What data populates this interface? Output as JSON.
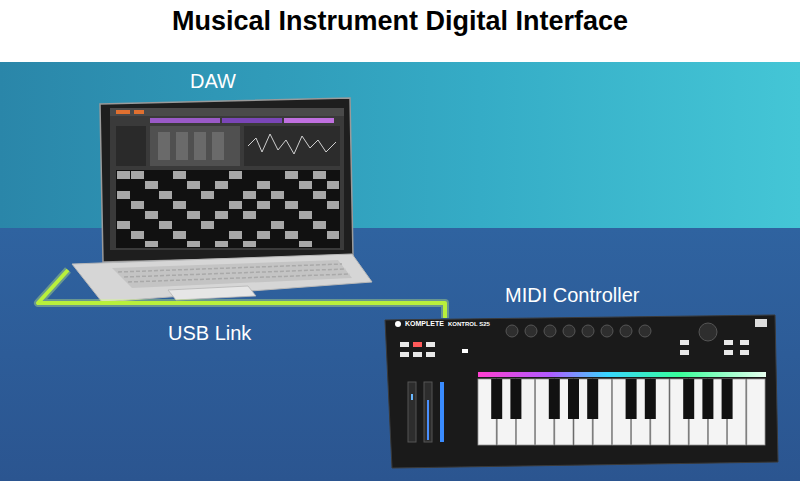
{
  "diagram": {
    "title": "Musical Instrument Digital Interface",
    "nodes": [
      {
        "text": [
          "DAW"
        ]
      },
      {
        "text": [
          "MIDI Controller"
        ]
      }
    ],
    "edges": [
      {
        "from": 0,
        "to": 1,
        "arrow": "none",
        "label": "USB Link"
      }
    ],
    "labels": [
      "KOMPLETE",
      "KONTROL S25"
    ]
  }
}
